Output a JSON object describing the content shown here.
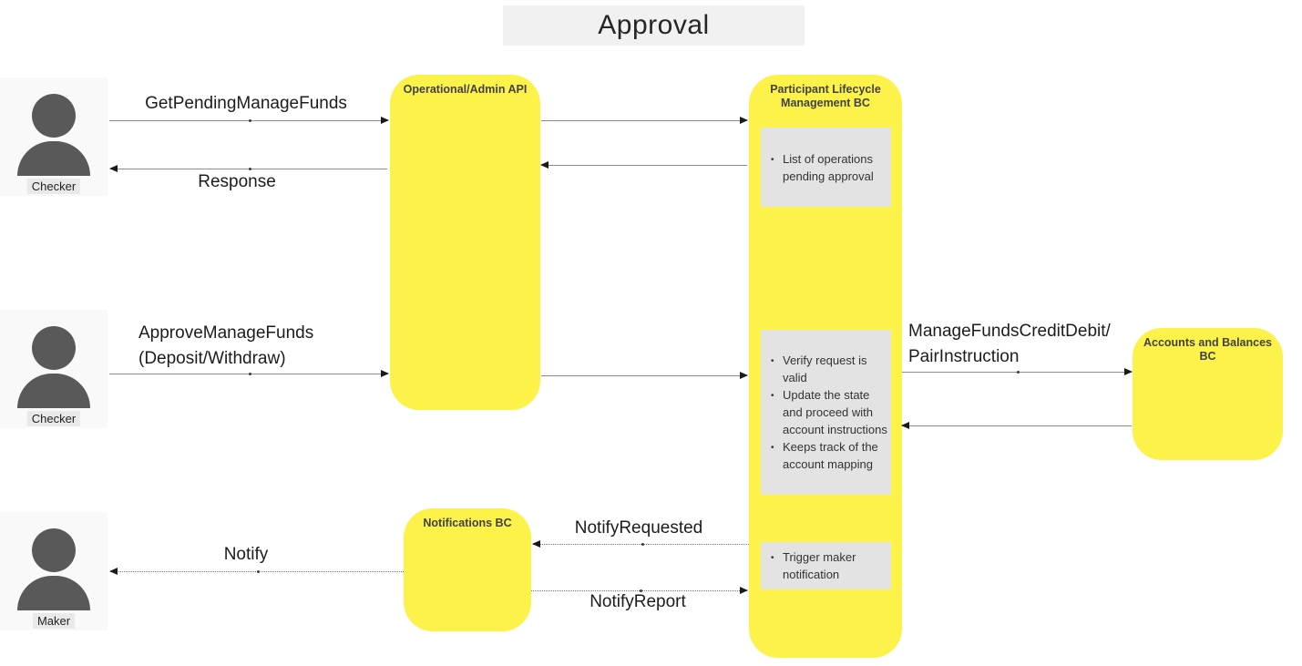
{
  "title": "Approval",
  "colors": {
    "sticky_yellow": "#fcf249",
    "note_gray": "#e3e3e3",
    "actor_bg": "#f9f9f9",
    "actor_icon": "#595959",
    "label_bg": "#e9e9e9",
    "title_banner_bg": "#f1f1f1",
    "line_gray": "#8c8c8c",
    "arrowhead_black": "#1a1a1a"
  },
  "actors": [
    {
      "label": "Checker"
    },
    {
      "label": "Checker"
    },
    {
      "label": "Maker"
    }
  ],
  "boxes": {
    "api": {
      "title": "Operational/Admin API"
    },
    "plm": {
      "title": "Participant Lifecycle Management BC",
      "notes": [
        {
          "items": [
            "List of operations pending approval"
          ]
        },
        {
          "items": [
            "Verify request is valid",
            "Update the state and proceed with account instructions",
            "Keeps track of the account mapping"
          ]
        },
        {
          "items": [
            "Trigger maker notification"
          ]
        }
      ]
    },
    "abb": {
      "title": "Accounts and Balances BC"
    },
    "notifications": {
      "title": "Notifications BC"
    }
  },
  "messages": {
    "get_pending": "GetPendingManageFunds",
    "response": "Response",
    "approve_line1": "ApproveManageFunds",
    "approve_line2": "(Deposit/Withdraw)",
    "manage_funds_line1": "ManageFundsCreditDebit/",
    "manage_funds_line2": "PairInstruction",
    "notify_requested": "NotifyRequested",
    "notify": "Notify",
    "notify_report": "NotifyReport"
  }
}
